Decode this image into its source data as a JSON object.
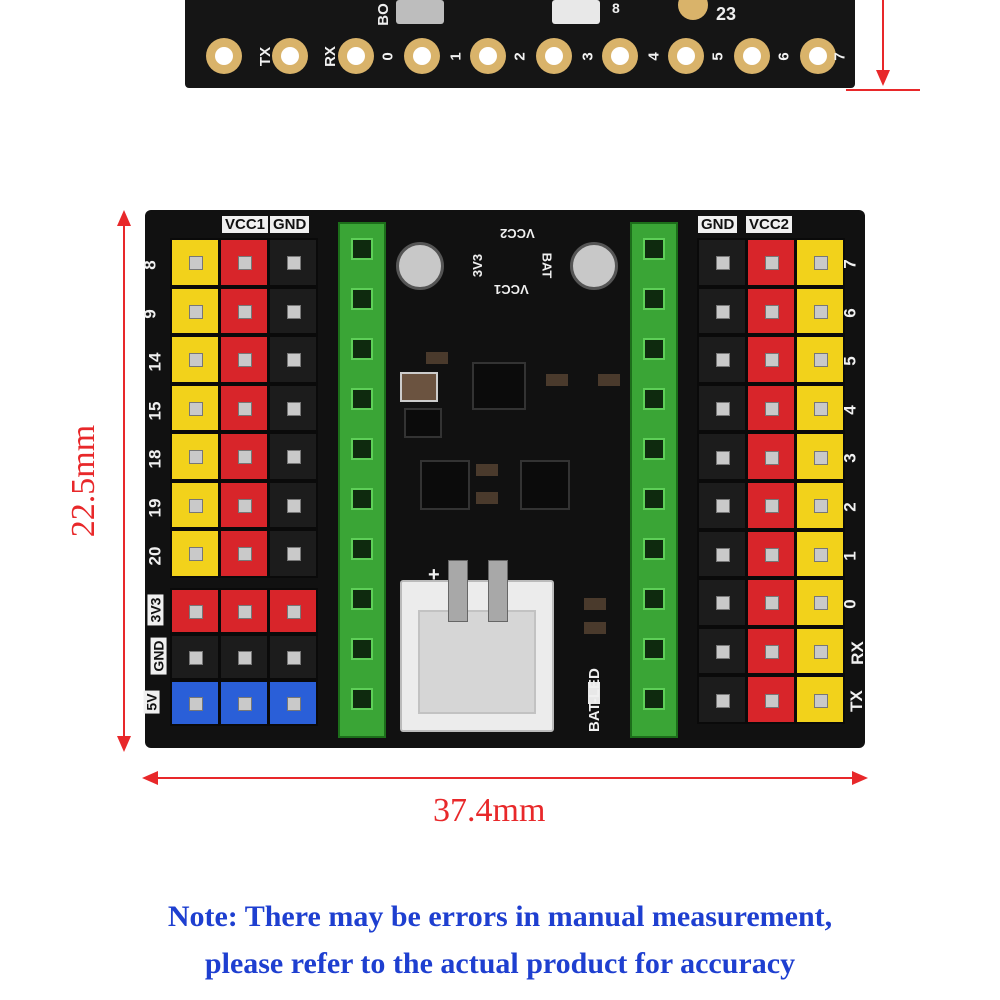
{
  "top_board": {
    "labels": [
      "TX",
      "RX",
      "0",
      "1",
      "2",
      "3",
      "4",
      "5",
      "6",
      "7"
    ],
    "extra_labels": [
      "BO",
      "23",
      "8"
    ]
  },
  "board": {
    "left_header_labels": [
      "VCC1",
      "GND"
    ],
    "right_header_labels": [
      "GND",
      "VCC2"
    ],
    "left_pin_labels": [
      "8",
      "9",
      "14",
      "15",
      "18",
      "19",
      "20"
    ],
    "right_pin_labels": [
      "7",
      "6",
      "5",
      "4",
      "3",
      "2",
      "1",
      "0",
      "RX",
      "TX"
    ],
    "power_labels": [
      "3V3",
      "GND",
      "5V"
    ],
    "center_top_labels": [
      "VCC2",
      "3V3",
      "BAT",
      "VCC1"
    ],
    "bat_led_label": "BAT-LED",
    "plus_label": "+"
  },
  "dimensions": {
    "height_label": "22.5mm",
    "width_label": "37.4mm"
  },
  "note": {
    "line1": "Note: There may be errors in manual measurement,",
    "line2": "please refer to the actual product for accuracy"
  },
  "colors": {
    "dimension": "#e8282a",
    "note": "#1e3fd0",
    "pcb": "#111111",
    "yellow_header": "#f2d21b",
    "red_header": "#d8252a",
    "green_socket": "#3aa536",
    "blue_header": "#2a5fd8"
  }
}
